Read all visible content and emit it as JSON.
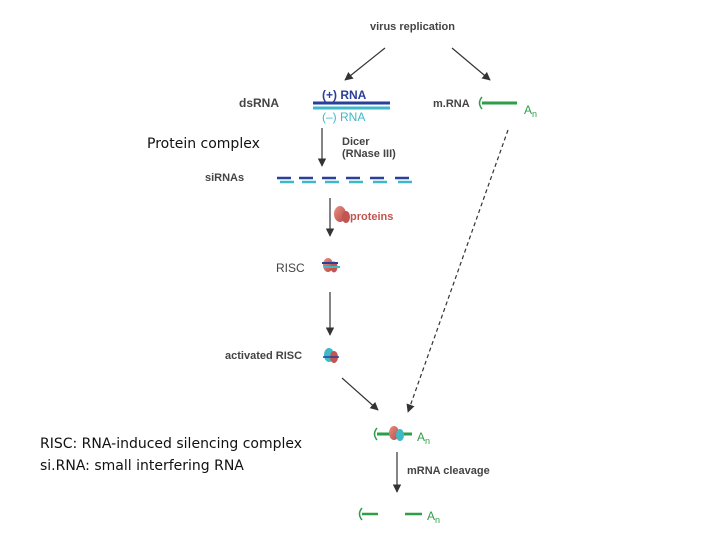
{
  "labels": {
    "virus_replication": "virus replication",
    "dsrna": "dsRNA",
    "plus_rna": "(+) RNA",
    "minus_rna": "(–) RNA",
    "mrna": "m.RNA",
    "an": "A",
    "an_sub": "n",
    "dicer_line1": "Dicer",
    "dicer_line2": "(RNase III)",
    "sirnas": "siRNAs",
    "proteins": "proteins",
    "risc": "RISC",
    "activated_risc": "activated RISC",
    "mrna_cleavage": "mRNA cleavage"
  },
  "notes": {
    "protein_complex": "Protein complex",
    "risc_def": "RISC: RNA-induced silencing complex",
    "sirna_def": "si.RNA: small interfering RNA"
  },
  "colors": {
    "plus_strand": "#2a3f9a",
    "minus_strand": "#3fb8c8",
    "mrna_green": "#2e9e48",
    "protein_red": "#d0605a",
    "arrow": "#333333",
    "label_gray": "#444444"
  }
}
